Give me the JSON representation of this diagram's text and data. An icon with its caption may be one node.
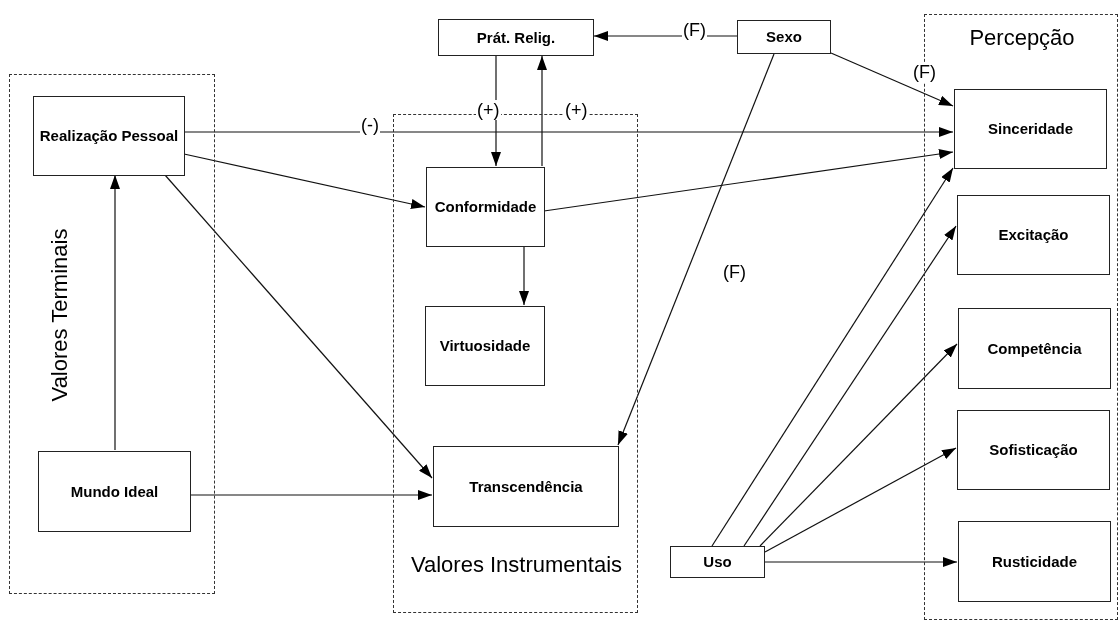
{
  "diagram": {
    "nodes": [
      {
        "text": [
          "Valores Terminais"
        ]
      },
      {
        "text": [
          "Realização Pessoal"
        ],
        "in": 0
      },
      {
        "text": [
          "Mundo Ideal"
        ],
        "in": 0
      },
      {
        "text": [
          "Prát. Relig."
        ]
      },
      {
        "text": [
          "Sexo"
        ]
      },
      {
        "text": [
          "Valores Instrumentais"
        ]
      },
      {
        "text": [
          "Conformidade"
        ],
        "in": 5
      },
      {
        "text": [
          "Virtuosidade"
        ],
        "in": 5
      },
      {
        "text": [
          "Transcendência"
        ],
        "in": 5
      },
      {
        "text": [
          "Percepção"
        ]
      },
      {
        "text": [
          "Sinceridade"
        ],
        "in": 9
      },
      {
        "text": [
          "Excitação"
        ],
        "in": 9
      },
      {
        "text": [
          "Competência"
        ],
        "in": 9
      },
      {
        "text": [
          "Sofisticação"
        ],
        "in": 9
      },
      {
        "text": [
          "Rusticidade"
        ],
        "in": 9
      },
      {
        "text": [
          "Uso"
        ]
      }
    ],
    "edges": [
      {
        "from": 1,
        "to": 10,
        "arrow": "to",
        "label": "(-)"
      },
      {
        "from": 1,
        "to": 6,
        "arrow": "to"
      },
      {
        "from": 1,
        "to": 8,
        "arrow": "to"
      },
      {
        "from": 2,
        "to": 1,
        "arrow": "to"
      },
      {
        "from": 2,
        "to": 8,
        "arrow": "to"
      },
      {
        "from": 3,
        "to": 6,
        "arrow": "to",
        "label": "(+)"
      },
      {
        "from": 6,
        "to": 3,
        "arrow": "to",
        "label": "(+)"
      },
      {
        "from": 6,
        "to": 7,
        "arrow": "to"
      },
      {
        "from": 6,
        "to": 10,
        "arrow": "to"
      },
      {
        "from": 4,
        "to": 3,
        "arrow": "to",
        "label": "(F)"
      },
      {
        "from": 4,
        "to": 10,
        "arrow": "to",
        "label": "(F)"
      },
      {
        "from": 4,
        "to": 8,
        "arrow": "to",
        "label": "(F)"
      },
      {
        "from": 15,
        "to": 10,
        "arrow": "to"
      },
      {
        "from": 15,
        "to": 11,
        "arrow": "to"
      },
      {
        "from": 15,
        "to": 12,
        "arrow": "to"
      },
      {
        "from": 15,
        "to": 13,
        "arrow": "to"
      },
      {
        "from": 15,
        "to": 14,
        "arrow": "to"
      }
    ]
  }
}
